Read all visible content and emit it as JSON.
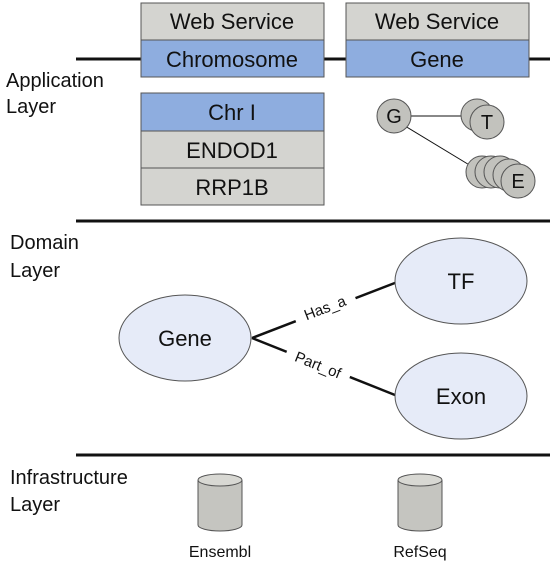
{
  "layers": {
    "application": [
      "Application",
      "Layer"
    ],
    "domain": [
      "Domain",
      "Layer"
    ],
    "infrastructure": [
      "Infrastructure",
      "Layer"
    ]
  },
  "web_services": [
    {
      "header": "Web Service",
      "resource": "Chromosome"
    },
    {
      "header": "Web Service",
      "resource": "Gene"
    }
  ],
  "chromosome_table": {
    "header": "Chr I",
    "rows": [
      "ENDOD1",
      "RRP1B"
    ]
  },
  "gene_graph": {
    "root": "G",
    "children": [
      "T",
      "E"
    ]
  },
  "domain_model": {
    "center": "Gene",
    "targets": [
      {
        "label": "TF",
        "relation": "Has_a"
      },
      {
        "label": "Exon",
        "relation": "Part_of"
      }
    ]
  },
  "databases": [
    "Ensembl",
    "RefSeq"
  ],
  "colors": {
    "header_fill": "#d4d4d0",
    "resource_fill": "#8eaddf",
    "node_fill": "#e6ebf8",
    "small_node_fill": "#c2c2bd",
    "db_fill": "#c5c5c0"
  }
}
